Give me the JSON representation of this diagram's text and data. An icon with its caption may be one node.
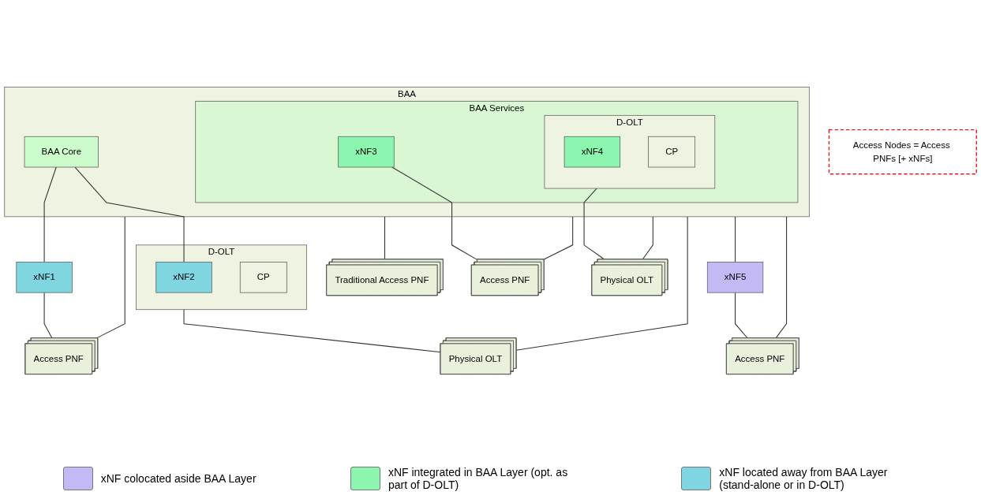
{
  "diagram": {
    "nodes": [
      {
        "text": [
          "BAA"
        ]
      },
      {
        "text": [
          "BAA Core"
        ],
        "in": 0
      },
      {
        "text": [
          "BAA Services"
        ],
        "in": 0
      },
      {
        "text": [
          "xNF3"
        ],
        "in": 2
      },
      {
        "text": [
          "D-OLT"
        ],
        "in": 2
      },
      {
        "text": [
          "xNF4"
        ],
        "in": 4
      },
      {
        "text": [
          "CP"
        ],
        "in": 4
      },
      {
        "text": [
          "xNF5"
        ]
      },
      {
        "text": [
          "Access Nodes = Access PNFs [+ xNFs]"
        ]
      },
      {
        "text": [
          "xNF1"
        ]
      },
      {
        "text": [
          "D-OLT"
        ]
      },
      {
        "text": [
          "xNF2"
        ],
        "in": 10
      },
      {
        "text": [
          "CP"
        ],
        "in": 10
      },
      {
        "text": [
          "Traditional Access PNF"
        ]
      },
      {
        "text": [
          "Access PNF"
        ]
      },
      {
        "text": [
          "Physical OLT"
        ]
      },
      {
        "text": [
          "Access PNF"
        ]
      },
      {
        "text": [
          "Physical OLT"
        ]
      },
      {
        "text": [
          "Access PNF"
        ]
      }
    ],
    "edges": [
      {
        "from": 0,
        "to": 13,
        "arrow": "none"
      },
      {
        "from": 1,
        "to": 9,
        "arrow": "none"
      },
      {
        "from": 9,
        "to": 14,
        "arrow": "none"
      },
      {
        "from": 0,
        "to": 14,
        "arrow": "none"
      },
      {
        "from": 1,
        "to": 11,
        "arrow": "none"
      },
      {
        "from": 10,
        "to": 15,
        "arrow": "none"
      },
      {
        "from": 0,
        "to": 15,
        "arrow": "none"
      },
      {
        "from": 3,
        "to": 16,
        "arrow": "none"
      },
      {
        "from": 0,
        "to": 16,
        "arrow": "none"
      },
      {
        "from": 4,
        "to": 17,
        "arrow": "none"
      },
      {
        "from": 0,
        "to": 17,
        "arrow": "none"
      },
      {
        "from": 0,
        "to": 7,
        "arrow": "none"
      },
      {
        "from": 7,
        "to": 18,
        "arrow": "none"
      },
      {
        "from": 0,
        "to": 18,
        "arrow": "none"
      }
    ],
    "legend": [
      {
        "text": "xNF colocated aside BAA Layer",
        "color": "#c3b9f5"
      },
      {
        "text": "xNF integrated in BAA Layer (opt. as part of D-OLT)",
        "color": "#8cf5b0"
      },
      {
        "text": "xNF located away from BAA Layer (stand-alone or in D-OLT)",
        "color": "#7fd6e0"
      }
    ]
  }
}
